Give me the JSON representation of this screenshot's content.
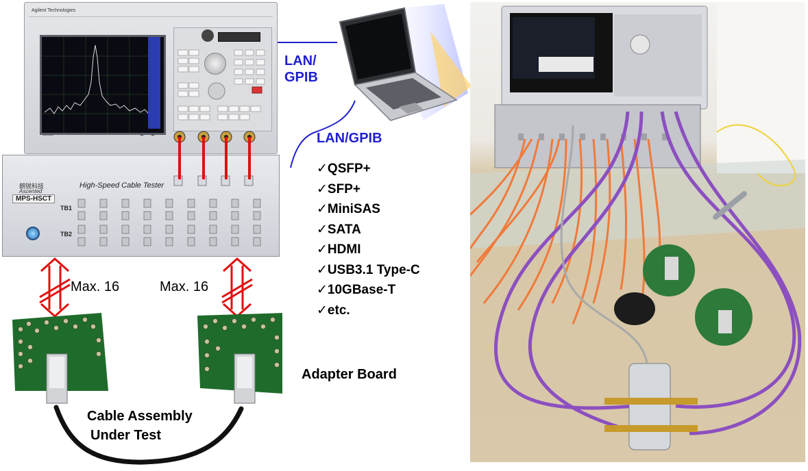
{
  "labels": {
    "lan_gpib_top": "LAN/\nGPIB",
    "lan_gpib_top_line1": "LAN/",
    "lan_gpib_top_line2": "GPIB",
    "lan_gpib_bottom": "LAN/GPIB",
    "max_left": "Max. 16",
    "max_right": "Max. 16",
    "adapter_board": "Adapter Board",
    "cable_line1": "Cable Assembly",
    "cable_line2": "Under Test"
  },
  "standards": [
    "QSFP+",
    "SFP+",
    "MiniSAS",
    "SATA",
    "HDMI",
    "USB3.1 Type-C",
    "10GBase-T",
    "etc."
  ],
  "check_mark": "✓",
  "switch_box": {
    "title": "High-Speed Cable Tester",
    "model": "MPS-HSCT",
    "brand_cn": "朗锐科技",
    "brand": "Ascented",
    "tb1": "TB1",
    "tb2": "TB2"
  },
  "vna": {
    "brand": "Agilent Technologies"
  },
  "colors": {
    "label_blue": "#1f1fcf",
    "link_red": "#e01010",
    "cable_black": "#111111",
    "connection_blue": "#1f1fcf"
  }
}
